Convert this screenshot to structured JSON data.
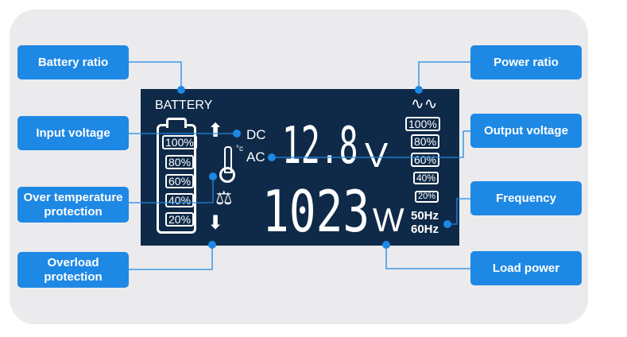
{
  "labels": {
    "battery_ratio": "Battery ratio",
    "input_voltage": "Input voltage",
    "over_temp": "Over temperature protection",
    "overload": "Overload protection",
    "power_ratio": "Power ratio",
    "output_voltage": "Output voltage",
    "frequency": "Frequency",
    "load_power": "Load power"
  },
  "lcd": {
    "battery_title": "BATTERY",
    "battery_levels": [
      "100%",
      "80%",
      "60%",
      "40%",
      "20%"
    ],
    "power_levels": [
      "100%",
      "80%",
      "60%",
      "40%",
      "20%"
    ],
    "dc": "DC",
    "ac": "AC",
    "voltage": "12.8",
    "voltage_unit": "V",
    "power": "1023",
    "power_unit": "W",
    "freq1": "50Hz",
    "freq2": "60Hz",
    "celsius": "°c"
  },
  "colors": {
    "accent": "#1e88e5",
    "lcd": "#0f2a48"
  }
}
